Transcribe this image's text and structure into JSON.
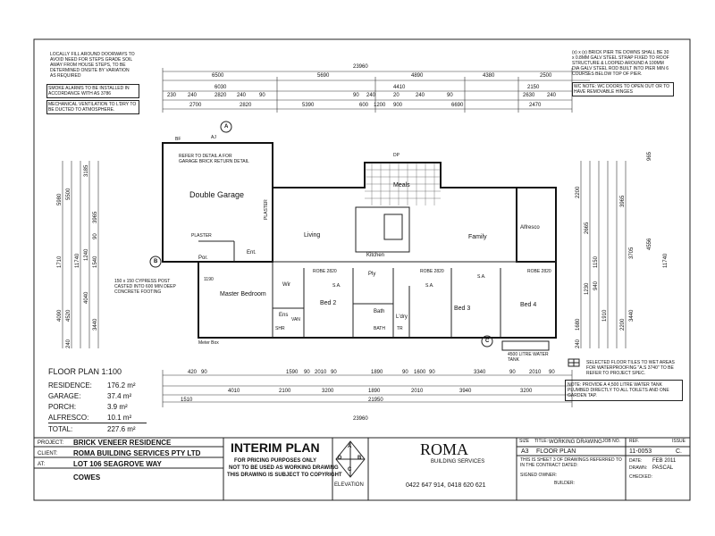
{
  "notes": {
    "top_left": "LOCALLY FILL AROUND DOORWAYS TO AVOID NEED FOR STEPS GRADE SOIL AWAY FROM HOUSE STEPS, TO BE DETERMINED ONSITE BY VARIATION AS REQUIRED",
    "smoke": "SMOKE ALARMS TO BE INSTALLED IN ACCORDANCE WITH AS 3786",
    "vent": "MECHANICAL VENTILATION TO L'DRY TO BE DUCTED TO ATMOSPHERE.",
    "pier": "(x) x (x) BRICK PIER TIE DOWNS SHALL BE 30 x 0.8MM GALV STEEL STRAP FIXED TO ROOF STRUCTURE & LOOPED AROUND A 100MM DIA GALV STEEL ROD BUILT INTO PIER MIN 6 COURSES BELOW TOP OF PIER.",
    "wc": "WC NOTE: WC DOORS TO OPEN OUT OR TO HAVE REMOVABLE HINGES",
    "garage_detail": "REFER TO DETAIL A FOR GARAGE BRICK RETURN DETAIL",
    "post": "150 x 150 CYPRESS POST CASTED INTO 600 MIN DEEP CONCRETE FOOTING",
    "tiles": "SELECTED FLOOR TILES TO WET AREAS FOR WATERPROOFING \"A.S 3740\" TO BE REFER TO PROJECT SPEC.",
    "tank_note": "NOTE: PROVIDE A 4,500 LITRE WATER TANK PLUMBED DIRECTLY TO ALL TOILETS AND ONE GARDEN TAP.",
    "tank_label": "4500 LITRE WATER TANK"
  },
  "dims": {
    "overall": "23960",
    "top1": [
      "6500",
      "5690",
      "4890",
      "4380",
      "2500"
    ],
    "top2": [
      "6030",
      "4410",
      "2150"
    ],
    "top3": [
      "230",
      "240",
      "2820",
      "240",
      "90",
      "90",
      "240",
      "20",
      "240",
      "90",
      "2630",
      "240"
    ],
    "top4": [
      "2700",
      "2820",
      "5390",
      "600",
      "1200",
      "900",
      "6690",
      "2470"
    ],
    "bot1": [
      "420",
      "90",
      "1590",
      "90",
      "2010",
      "90",
      "1890",
      "90",
      "1600",
      "90",
      "3340",
      "90",
      "2010",
      "90"
    ],
    "bot2": [
      "4010",
      "2100",
      "3200",
      "1890",
      "2010",
      "3940",
      "3200"
    ],
    "bot3": [
      "1510",
      "21950"
    ],
    "left": [
      "5980",
      "5500",
      "3185",
      "3965",
      "1710",
      "11740",
      "4090",
      "4520",
      "4040",
      "3440",
      "1240",
      "1540",
      "240",
      "90"
    ],
    "right": [
      "965",
      "2200",
      "3965",
      "2665",
      "11740",
      "4556",
      "3705",
      "1910",
      "1680",
      "1150",
      "1230",
      "940",
      "2200",
      "3440",
      "240"
    ]
  },
  "rooms": [
    {
      "name": "Double Garage"
    },
    {
      "name": "Meals"
    },
    {
      "name": "Living"
    },
    {
      "name": "Family"
    },
    {
      "name": "Alfresco"
    },
    {
      "name": "Kitchen"
    },
    {
      "name": "Master Bedroom"
    },
    {
      "name": "Wir"
    },
    {
      "name": "Ens"
    },
    {
      "name": "Bed 2"
    },
    {
      "name": "Bath"
    },
    {
      "name": "L'dry"
    },
    {
      "name": "Bed 3"
    },
    {
      "name": "Bed 4"
    },
    {
      "name": "Por."
    },
    {
      "name": "Ent."
    },
    {
      "name": "Ply"
    }
  ],
  "small_labels": [
    "PLASTER",
    "PLASTER",
    "ROBE 2820",
    "ROBE 2820",
    "ROBE 2820",
    "VAN",
    "SHR",
    "BATH",
    "TR",
    "S.A.",
    "S.A.",
    "S.A.",
    "AJ",
    "BF",
    "DP",
    "Meter Box",
    "1190"
  ],
  "areas": {
    "title": "FLOOR PLAN  1:100",
    "rows": [
      {
        "label": "RESIDENCE:",
        "value": "176.2 m²"
      },
      {
        "label": "GARAGE:",
        "value": "37.4 m²"
      },
      {
        "label": "PORCH:",
        "value": "3.9 m²"
      },
      {
        "label": "ALFRESCO:",
        "value": "10.1 m²"
      }
    ],
    "total_label": "TOTAL:",
    "total_value": "227.6 m²"
  },
  "title_block": {
    "project_label": "PROJECT:",
    "project": "BRICK VENEER RESIDENCE",
    "client_label": "CLIENT:",
    "client": "ROMA BUILDING SERVICES  PTY LTD",
    "at_label": "AT:",
    "address1": "LOT 106 SEAGROVE WAY",
    "address2": "COWES",
    "interim": "INTERIM PLAN",
    "interim_sub1": "FOR PRICING PURPOSES ONLY",
    "interim_sub2": "NOT TO BE USED AS WORKING DRAWING",
    "interim_sub3": "THIS DRAWING IS SUBJECT TO COPYRIGHT",
    "elev_letters": [
      "A",
      "B",
      "C",
      "D"
    ],
    "elevation": "ELEVATION",
    "logo_name": "ROMA",
    "logo_sub": "BUILDING SERVICES",
    "phone": "0422 647 914,  0418 620 621",
    "size_label": "SIZE",
    "size": "A3",
    "title_label": "TITLE:",
    "title_value": "WORKING DRAWING",
    "job_label": "JOB NO.",
    "plan": "FLOOR PLAN",
    "sheet_note": "THIS IS SHEET  3  OF DRAWINGS REFERRED TO IN THE CONTRACT DATED:",
    "signed": "SIGNED OWNER:",
    "builder": "BUILDER:",
    "ref_label": "REF.",
    "ref": "11-0053",
    "issue_label": "ISSUE",
    "issue": "C.",
    "date_label": "DATE:",
    "date": "FEB 2011",
    "drawn_label": "DRAWN:",
    "drawn": "PASCAL",
    "checked_label": "CHECKED:"
  }
}
